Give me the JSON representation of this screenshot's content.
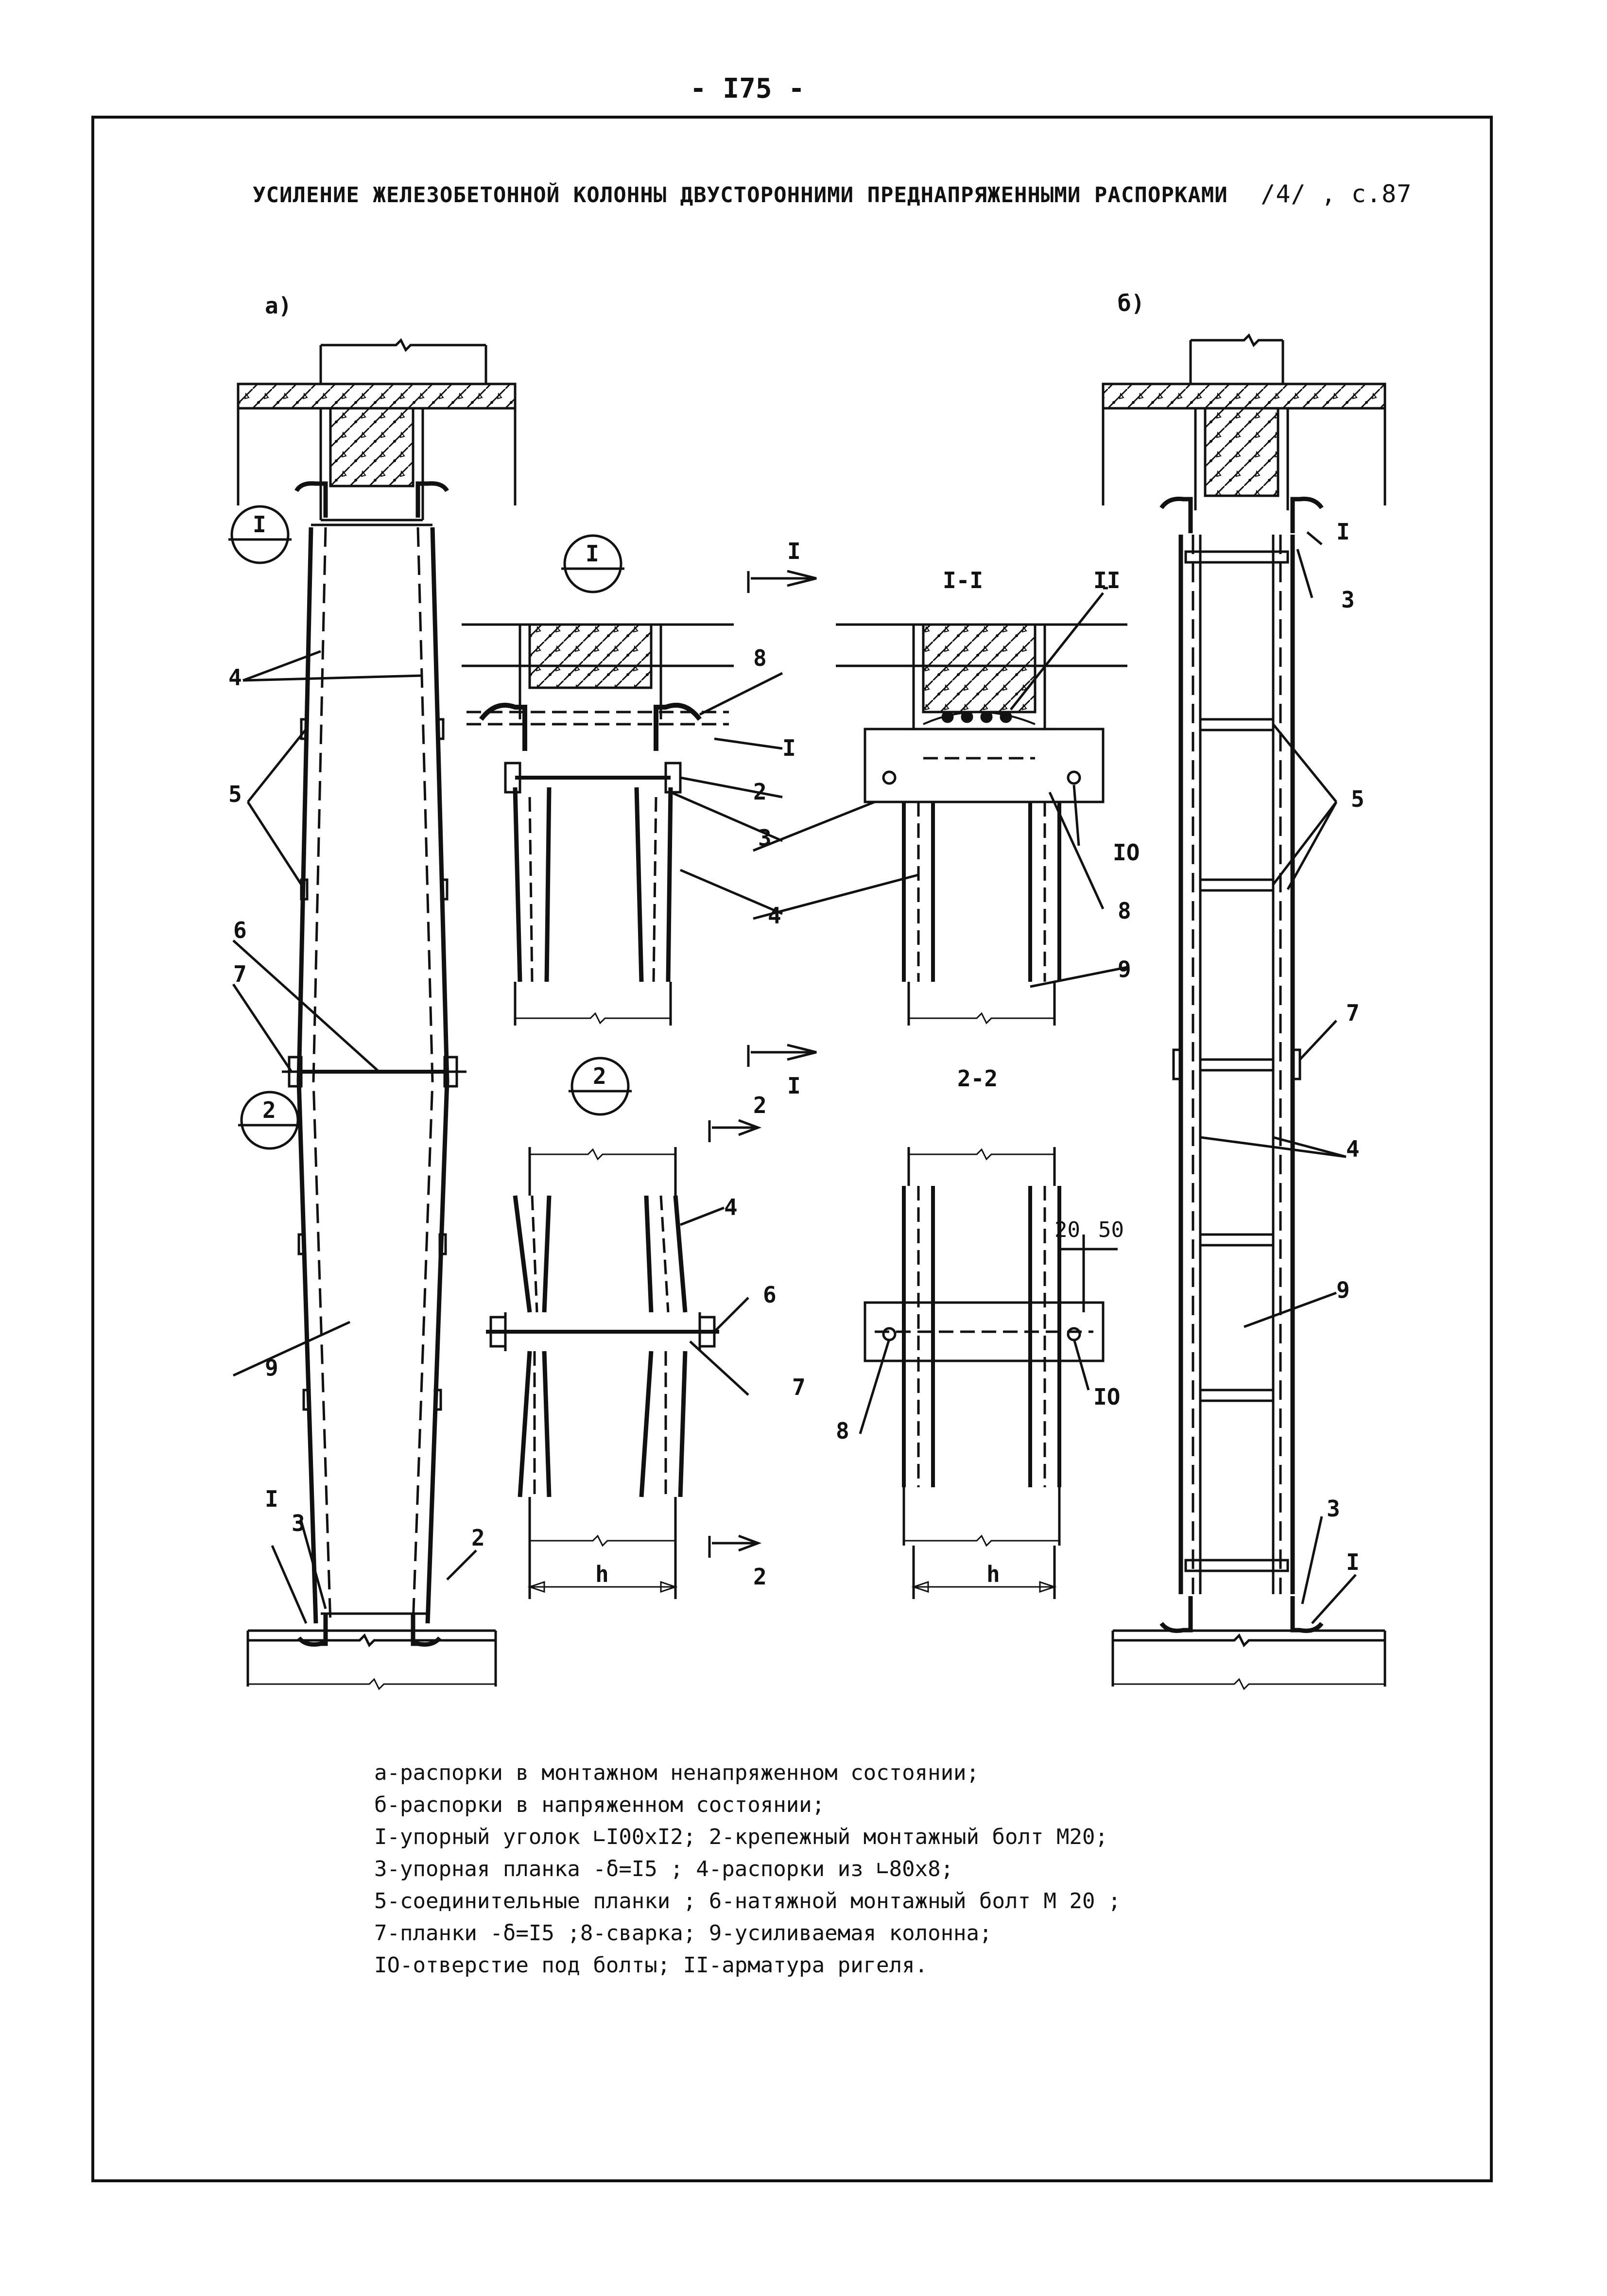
{
  "page": {
    "number": "- I75 -"
  },
  "header": {
    "title": "УСИЛЕНИЕ ЖЕЛЕЗОБЕТОННОЙ КОЛОННЫ ДВУСТОРОННИМИ ПРЕДНАПРЯЖЕННЫМИ РАСПОРКАМИ",
    "reference": "/4/ , с.87"
  },
  "views": {
    "a": "а)",
    "b": "б)",
    "node_1": "I",
    "node_2": "2",
    "section_1_title": "I-I",
    "section_2_title": "2-2",
    "cut_1": "I",
    "cut_2": "2",
    "dim_h": "h",
    "dim_20": "20",
    "dim_50": "50"
  },
  "callouts": {
    "c1": "I",
    "c2": "2",
    "c3": "3",
    "c4": "4",
    "c5": "5",
    "c6": "6",
    "c7": "7",
    "c8": "8",
    "c9": "9",
    "c10": "IO",
    "c11": "II"
  },
  "legend": [
    "а-распорки в монтажном  ненапряженном состоянии;",
    "б-распорки в напряженном состоянии;",
    "I-упорный уголок ∟I00хI2; 2-крепежный монтажный болт М20;",
    "3-упорная планка -δ=I5 ; 4-распорки из ∟80х8;",
    "5-соединительные планки ; 6-натяжной монтажный болт М 20 ;",
    "7-планки -δ=I5 ;8-сварка; 9-усиливаемая колонна;",
    "IO-отверстие под болты; II-арматура ригеля."
  ]
}
